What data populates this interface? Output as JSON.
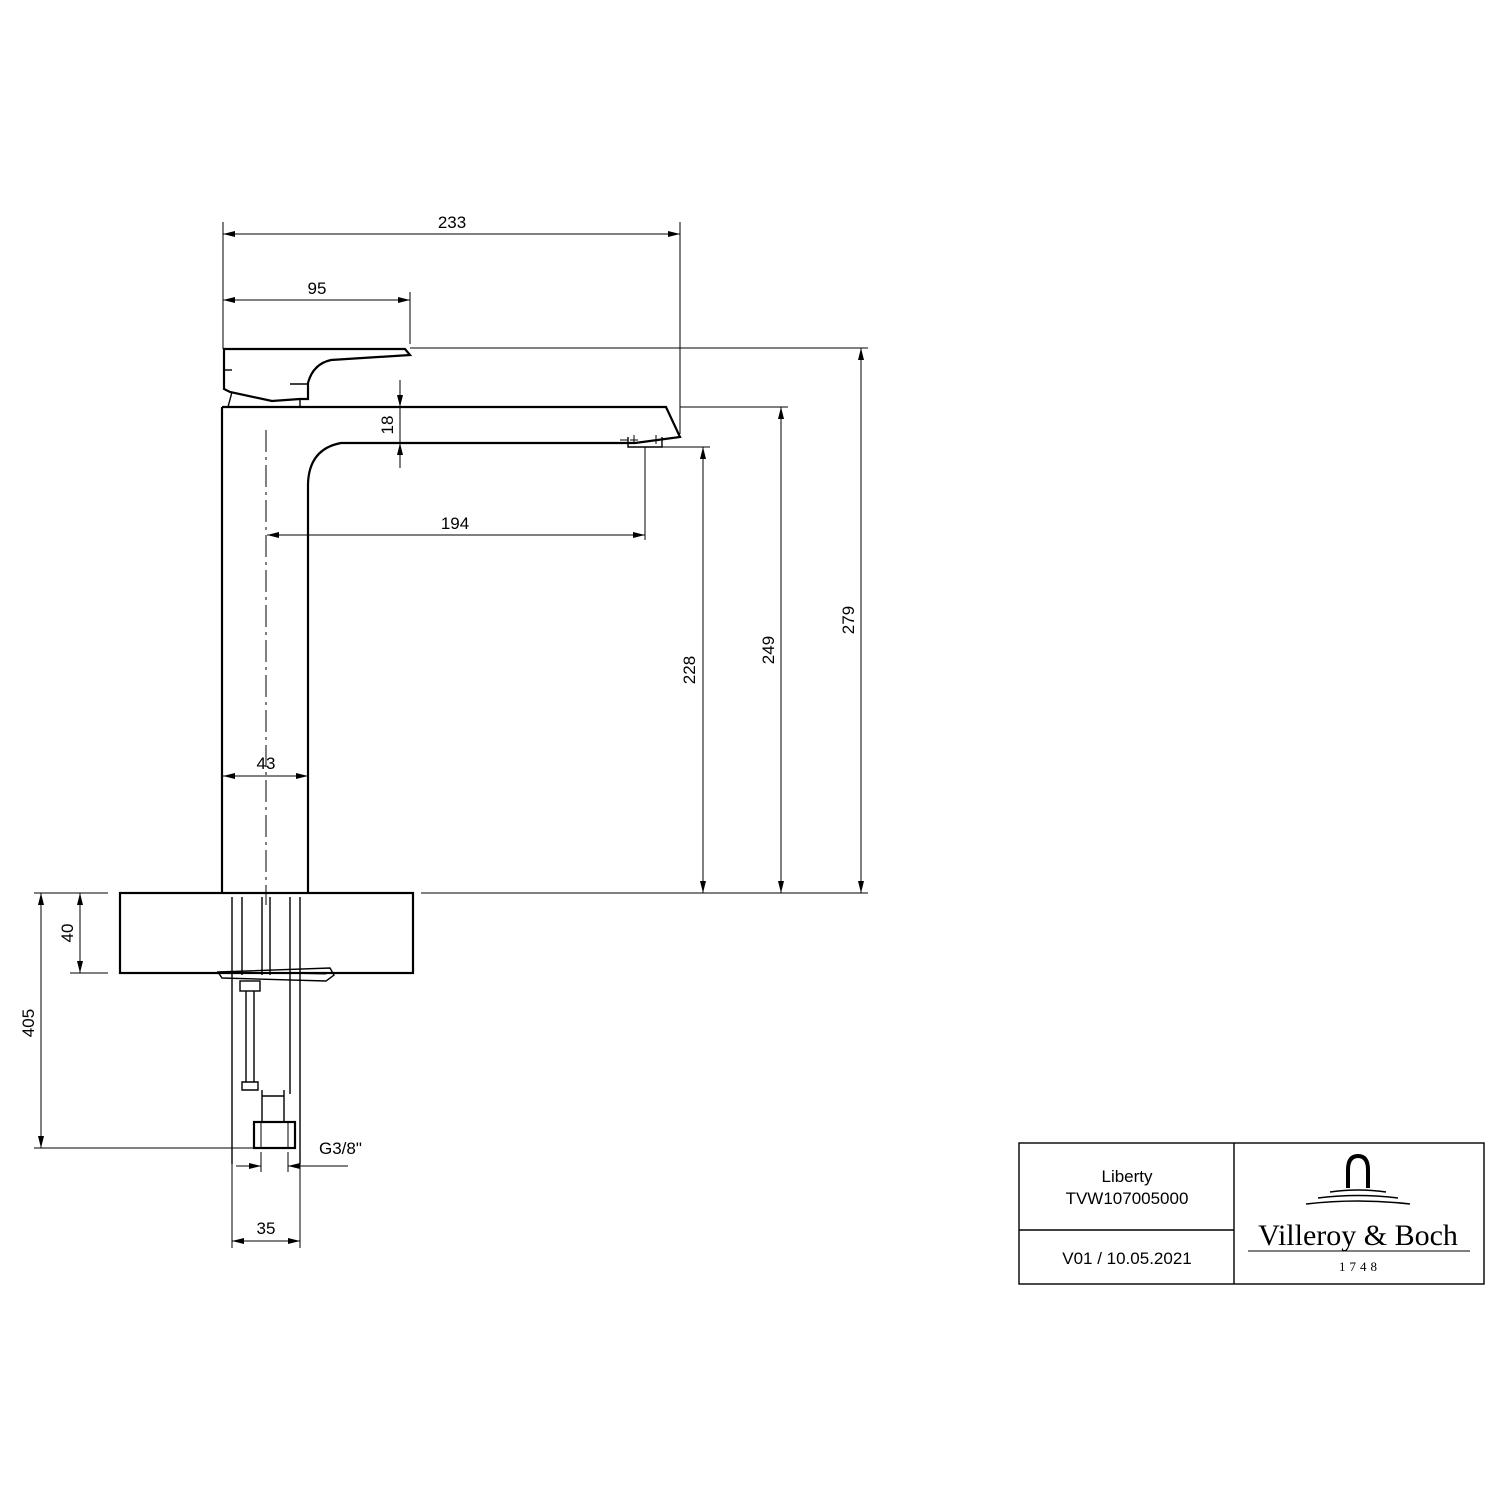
{
  "dimensions": {
    "total_width": "233",
    "lever_width": "95",
    "spout_thickness": "18",
    "spout_reach": "194",
    "body_width": "43",
    "outlet_height": "228",
    "spout_top_height": "249",
    "total_height": "279",
    "deck_thickness": "40",
    "hose_length": "405",
    "connection_thread": "G3/8\"",
    "connection_width": "35"
  },
  "title_block": {
    "product_name": "Liberty",
    "article_number": "TVW107005000",
    "revision": "V01 / 10.05.2021",
    "brand_name": "Villeroy & Boch",
    "brand_year": "1748"
  },
  "colors": {
    "line": "#000000",
    "background": "#ffffff"
  }
}
